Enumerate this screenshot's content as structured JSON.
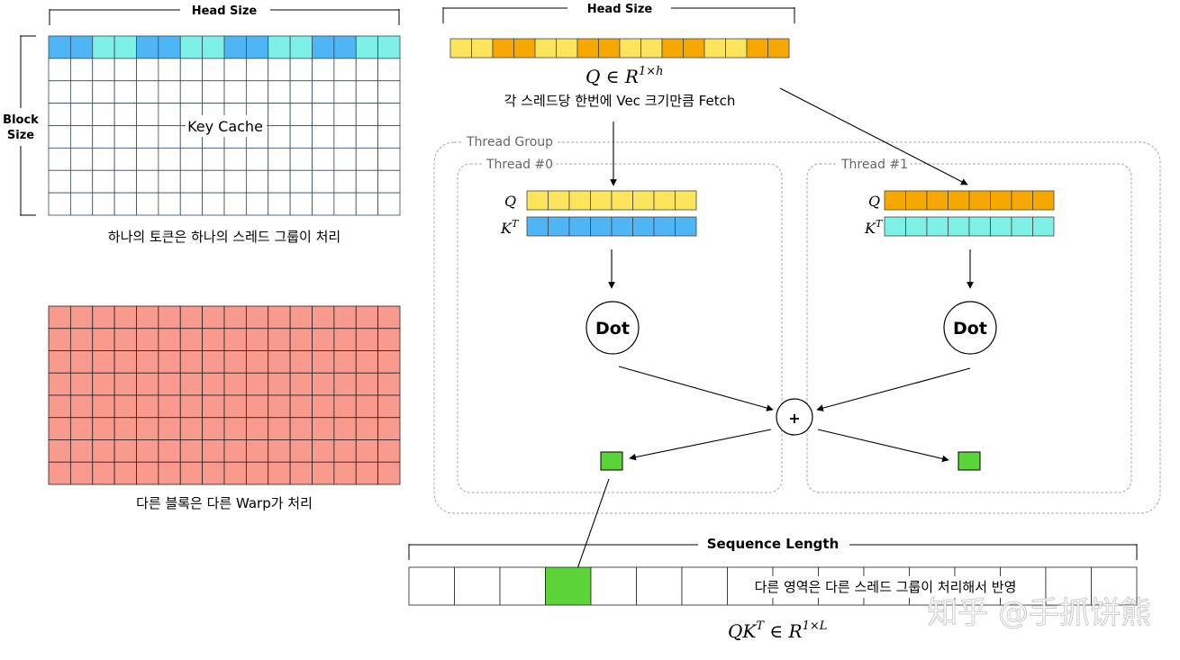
{
  "left_panel": {
    "head_size_label": "Head Size",
    "block_size_label_line1": "Block",
    "block_size_label_line2": "Size",
    "key_cache_label": "Key Cache",
    "key_cache_caption": "하나의 토큰은 하나의 스레드 그룹이 처리",
    "key_cache_header_colors": [
      "#4FB5F5",
      "#4FB5F5",
      "#7FF0E6",
      "#7FF0E6",
      "#4FB5F5",
      "#4FB5F5",
      "#7FF0E6",
      "#7FF0E6",
      "#4FB5F5",
      "#4FB5F5",
      "#7FF0E6",
      "#7FF0E6",
      "#4FB5F5",
      "#4FB5F5",
      "#7FF0E6",
      "#7FF0E6"
    ],
    "other_block_caption": "다른 블록은 다른 Warp가 처리"
  },
  "query": {
    "head_size_label": "Head Size",
    "vector_colors": [
      "#FAE55C",
      "#FAE55C",
      "#F7A800",
      "#F7A800",
      "#FAE55C",
      "#FAE55C",
      "#F7A800",
      "#F7A800",
      "#FAE55C",
      "#FAE55C",
      "#F7A800",
      "#F7A800",
      "#FAE55C",
      "#FAE55C",
      "#F7A800",
      "#F7A800"
    ],
    "formula_left": "Q ∈ R",
    "formula_sup": "1×h",
    "fetch_caption": "각 스레드당 한번에 Vec 크기만큼 Fetch"
  },
  "thread_group": {
    "label": "Thread Group",
    "threads": [
      {
        "label": "Thread #0",
        "q_label": "Q",
        "k_label": "K",
        "k_sup": "T",
        "q_color": "#FAE55C",
        "k_color": "#4FB5F5",
        "dot_label": "Dot"
      },
      {
        "label": "Thread #1",
        "q_label": "Q",
        "k_label": "K",
        "k_sup": "T",
        "q_color": "#F7A800",
        "k_color": "#7FF0E6",
        "dot_label": "Dot"
      }
    ],
    "sum_label": "+",
    "result_color": "#5BD43A"
  },
  "sequence": {
    "label": "Sequence Length",
    "highlight_index": 3,
    "highlight_color": "#5BD43A",
    "other_regions_caption": "다른 영역은 다른 스레드 그룹이 처리해서 반영",
    "formula_left": "QK",
    "formula_sup1": "T",
    "formula_mid": " ∈ R",
    "formula_sup2": "1×L"
  },
  "colors": {
    "red_block": "#F99A8E",
    "grid_line": "#334a5e",
    "dashed_border": "#aaaaaa"
  },
  "watermark": "知乎 @手抓饼熊"
}
